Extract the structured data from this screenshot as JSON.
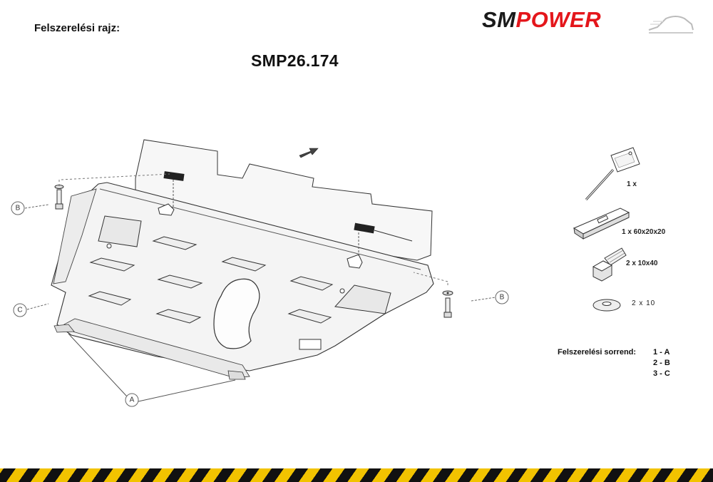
{
  "header": {
    "title_label": "Felszerelési rajz:",
    "part_number": "SMP26.174",
    "logo": {
      "part1": "SM",
      "part2": "POWER",
      "colors": {
        "sm": "#1a1a1a",
        "power": "#e4161b"
      }
    }
  },
  "callouts": {
    "a": "A",
    "b": "B",
    "c": "C"
  },
  "hardware": [
    {
      "name": "clip-tool",
      "label": "1 x"
    },
    {
      "name": "plate",
      "label": "1 x 60x20x20"
    },
    {
      "name": "bolt",
      "label": "2 x 10x40"
    },
    {
      "name": "washer",
      "label": "2  x  10"
    }
  ],
  "sequence": {
    "label": "Felszerelési sorrend:",
    "steps": [
      "1 - A",
      "2 - B",
      "3 - C"
    ]
  },
  "colors": {
    "hazard_yellow": "#f2c300",
    "hazard_black": "#111111"
  }
}
